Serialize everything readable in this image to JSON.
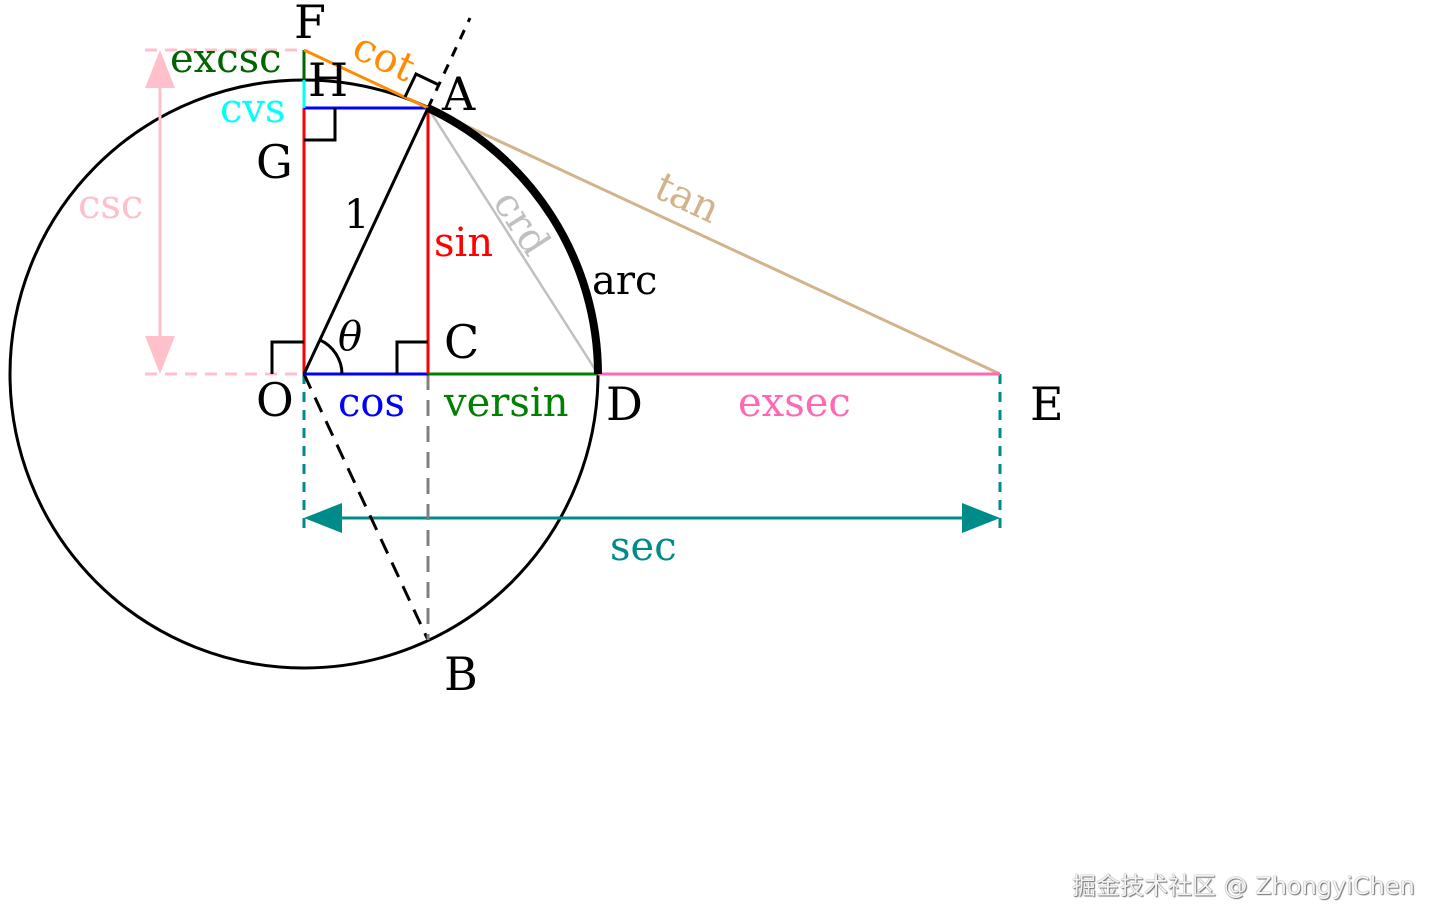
{
  "points": {
    "F": "F",
    "H": "H",
    "A": "A",
    "G": "G",
    "O": "O",
    "C": "C",
    "D": "D",
    "E": "E",
    "B": "B"
  },
  "labels": {
    "excsc": "excsc",
    "cvs": "cvs",
    "cot": "cot",
    "csc": "csc",
    "one": "1",
    "theta": "θ",
    "sin": "sin",
    "crd": "crd",
    "arc": "arc",
    "tan": "tan",
    "cos": "cos",
    "versin": "versin",
    "exsec": "exsec",
    "sec": "sec"
  },
  "colors": {
    "sin": "#ff0000",
    "cos": "#0000ff",
    "versin": "#008000",
    "excsc": "#006400",
    "cvs": "#00ffff",
    "cot": "#ff8c00",
    "tan": "#d2b48c",
    "crd": "#c0c0c0",
    "csc": "#ffc0cb",
    "exsec": "#ff69b4",
    "sec": "#008b8b"
  },
  "watermark": "掘金技术社区 @ ZhongyiChen"
}
